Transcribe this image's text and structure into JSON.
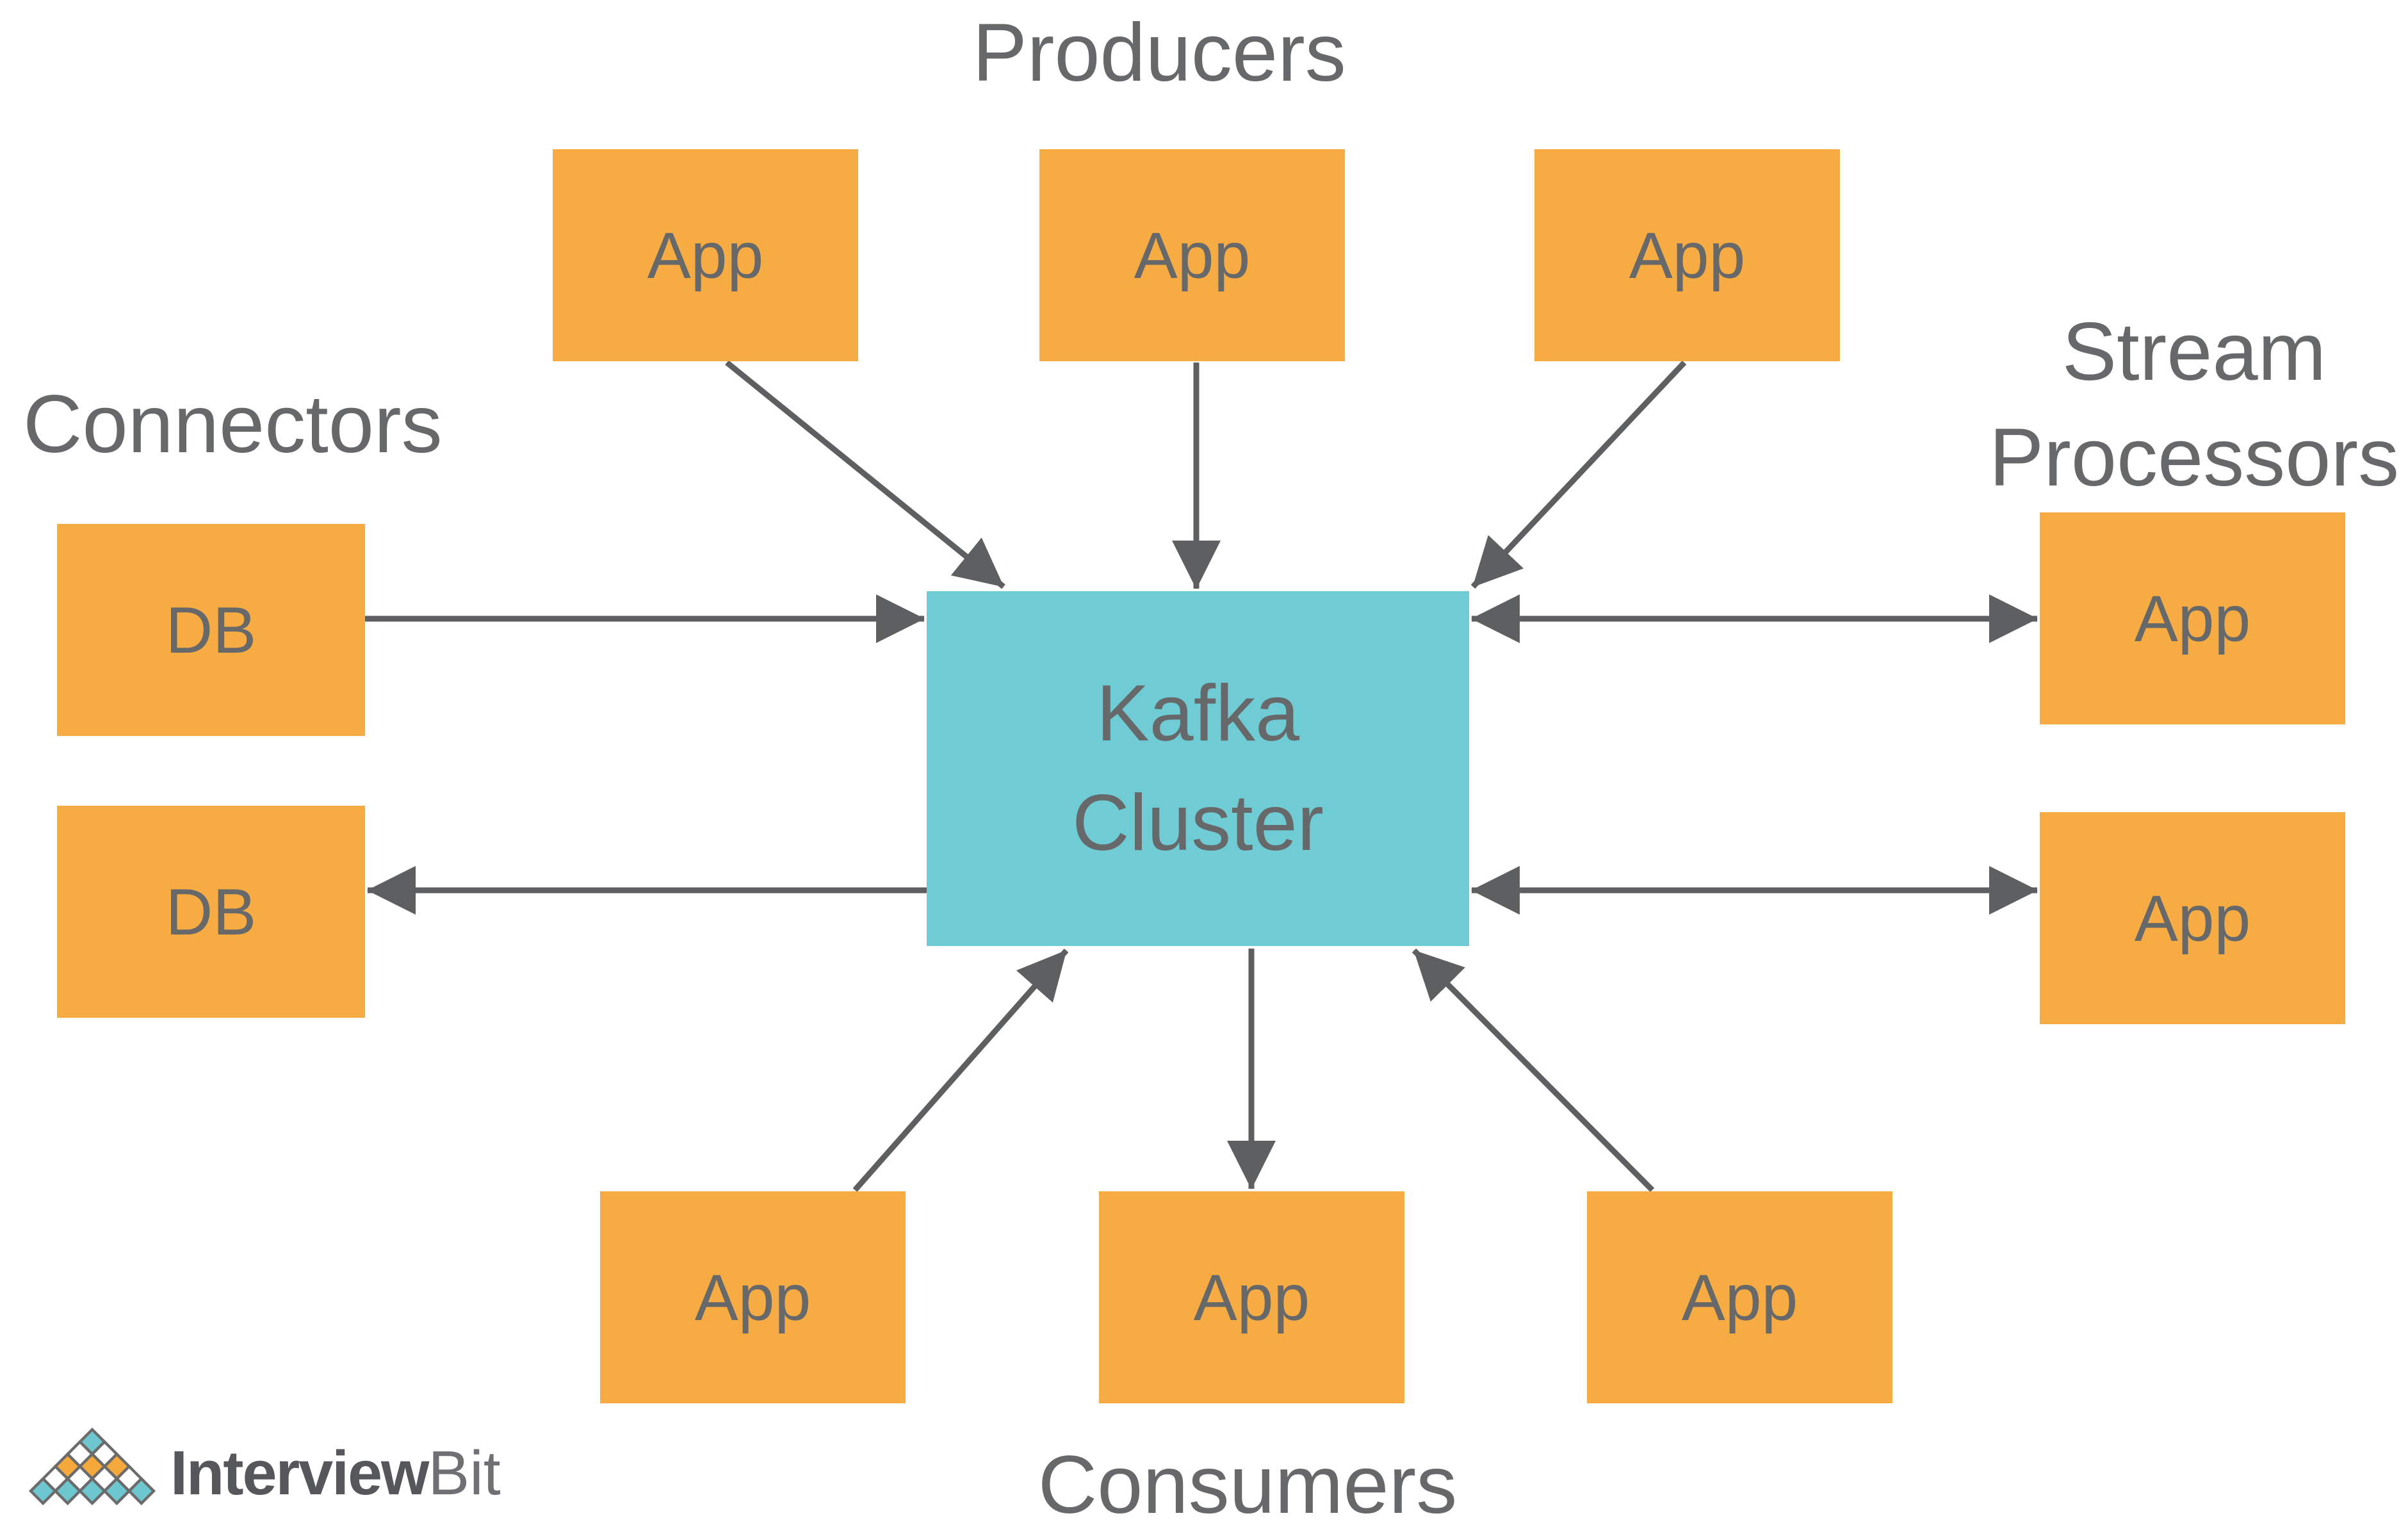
{
  "diagram": {
    "kafka_cluster": {
      "line1": "Kafka",
      "line2": "Cluster"
    },
    "producers": {
      "heading": "Producers",
      "nodes": [
        "App",
        "App",
        "App"
      ]
    },
    "connectors": {
      "heading": "Connectors",
      "nodes": [
        "DB",
        "DB"
      ]
    },
    "stream_processors": {
      "heading_line1": "Stream",
      "heading_line2": "Processors",
      "nodes": [
        "App",
        "App"
      ]
    },
    "consumers": {
      "heading": "Consumers",
      "nodes": [
        "App",
        "App",
        "App"
      ]
    }
  },
  "footer_logo": {
    "brand_part1": "Interview",
    "brand_part2": "Bit"
  },
  "colors": {
    "node_orange": "#F7AC43",
    "node_teal": "#70CCD4",
    "diagram_text": "#67686A",
    "arrow": "#5D5F61",
    "logo_teal": "#6EC6CE",
    "logo_orange": "#F5A93B",
    "logo_outline": "#6B6B6B",
    "logo_text_dark": "#56575A",
    "logo_text_light": "#6F7073"
  }
}
